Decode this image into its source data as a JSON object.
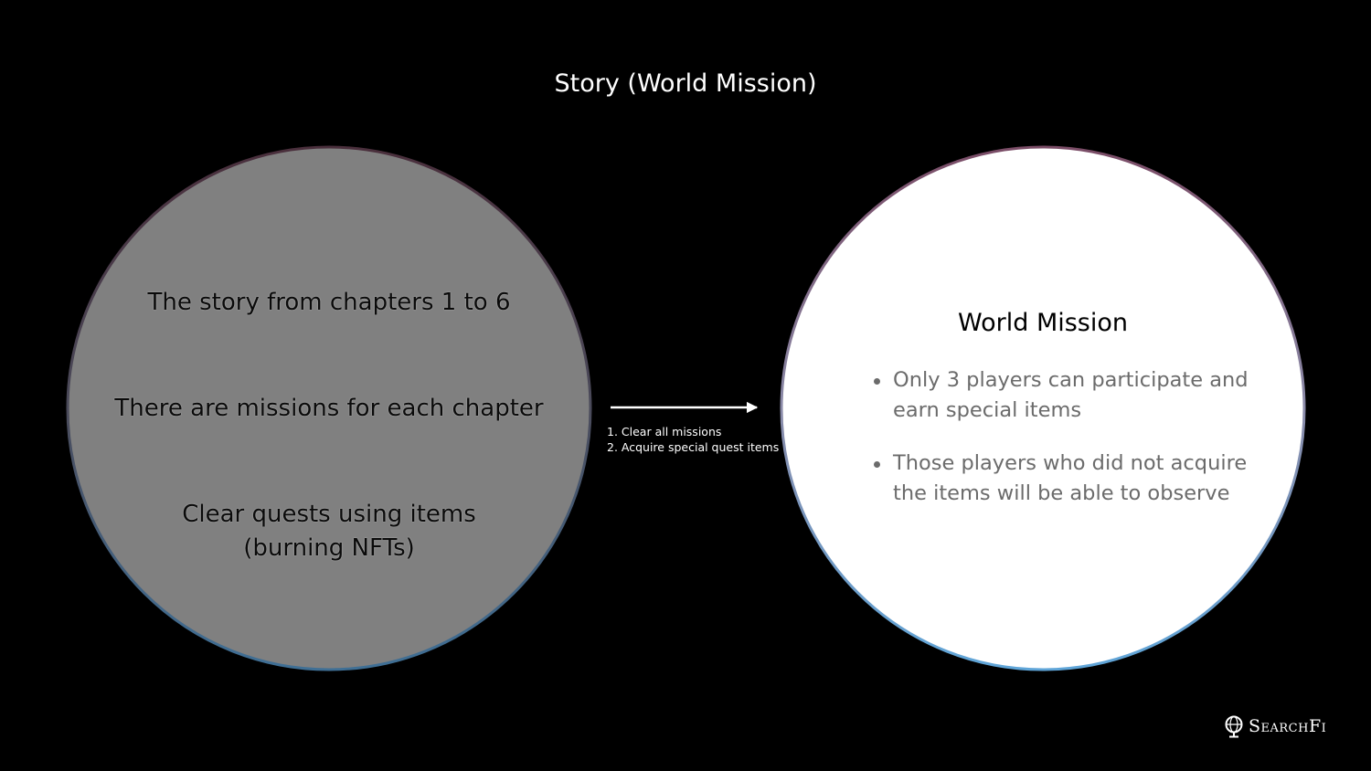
{
  "title": "Story (World Mission)",
  "left_circle": {
    "lines": [
      "The story from chapters 1 to 6",
      "There are missions for each chapter",
      "Clear quests using items",
      "(burning NFTs)"
    ]
  },
  "arrow": {
    "notes": [
      "1. Clear all missions",
      "2. Acquire special quest items"
    ]
  },
  "right_circle": {
    "title": "World Mission",
    "bullets": [
      {
        "line1": "Only 3 players can participate and",
        "line2": "earn special items"
      },
      {
        "line1": "Those players who did not acquire",
        "line2": "the items will be able to observe"
      }
    ]
  },
  "logo": {
    "text": "SearchFi",
    "icon": "magnifier-globe-icon"
  },
  "colors": {
    "background": "#000000",
    "left_fill": "#808080",
    "right_fill": "#ffffff",
    "ring_top": "#5a3a4a",
    "ring_bottom": "#4a8cc0",
    "bullet_text": "#6b6b6b"
  }
}
